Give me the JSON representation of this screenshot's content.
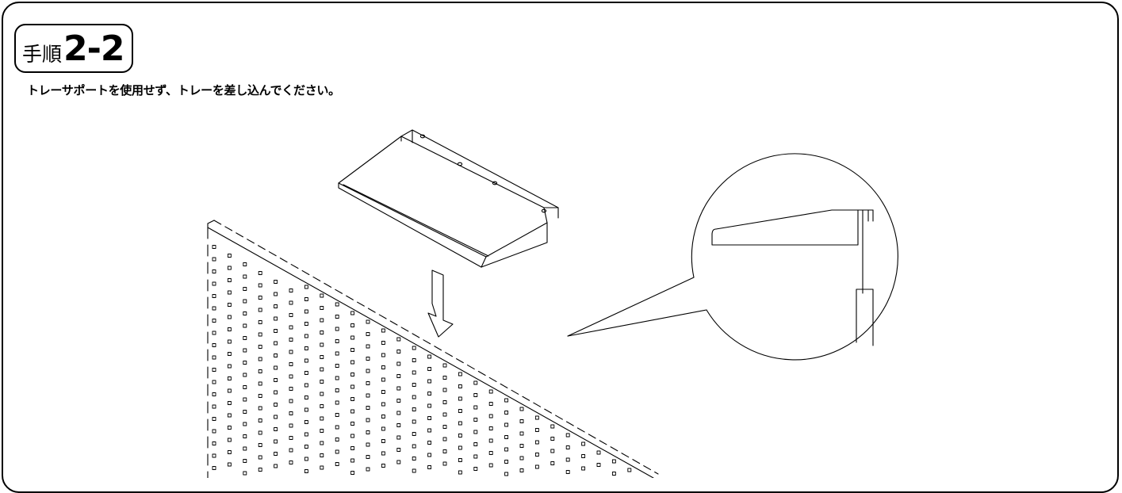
{
  "step": {
    "label": "手順",
    "number": "2-2"
  },
  "instruction": "トレーサポートを使用せず、トレーを差し込んでください。",
  "illustration": {
    "parts": [
      "tray",
      "pegboard-panel",
      "down-arrow",
      "detail-magnifier"
    ]
  },
  "colors": {
    "line": "#000000",
    "background": "#ffffff"
  }
}
